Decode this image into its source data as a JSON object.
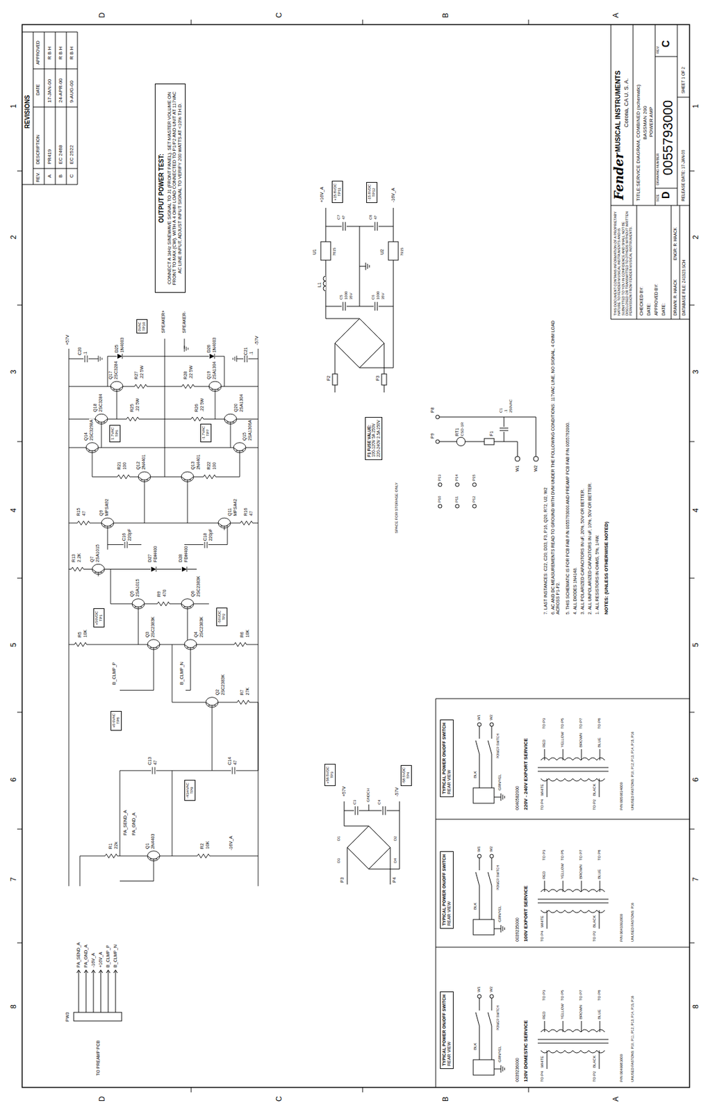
{
  "diagram": {
    "nodes": [
      {
        "text": [
          "OUTPUT POWER TEST:",
          "CONNECT A 1kHz SINEWAVE SIGNAL TO J1 (FRONT PANEL). SET MASTER VOLUME ON FRONT TO MAX (CW). WITH A 4 OHM LOAD CONNECTED TO P1/P2 AND UNIT AT 117VAC AC LINE INPUT, ADJUST INPUT SIGNAL TO VERIFY 200 WATTS AT <10% T.H.D."
        ]
      },
      {
        "text": [
          "F1 FUSE VALUE:",
          "100-120V 5A 250V",
          "220-240V 2.5A 250V"
        ]
      },
      {
        "text": [
          "TYPICAL POWER ON/OFF SWITCH",
          "REAR VIEW"
        ]
      },
      {
        "text": [
          "TYPICAL POWER ON/OFF SWITCH",
          "REAR VIEW"
        ]
      },
      {
        "text": [
          "TYPICAL POWER ON/OFF SWITCH",
          "REAR VIEW"
        ]
      },
      {
        "text": [
          "+56VDC",
          "TP1"
        ]
      },
      {
        "text": [
          "-56VDC",
          "TP2"
        ]
      },
      {
        "text": [
          "0VAC",
          "TP10"
        ]
      },
      {
        "text": [
          "1.7VAC",
          "TP6"
        ]
      },
      {
        "text": [
          "-1.7VAC",
          "TP7"
        ]
      },
      {
        "text": [
          "+0.6VAC",
          "TP8"
        ]
      },
      {
        "text": [
          "-41mVAC",
          "TP9"
        ]
      },
      {
        "text": [
          "+15.8VDC",
          "TP11"
        ]
      },
      {
        "text": [
          "-15.8VDC",
          "TP12"
        ]
      },
      {
        "text": [
          "+58.5VDC",
          "TP3"
        ]
      },
      {
        "text": [
          "-58.5VDC",
          "TP4"
        ]
      }
    ],
    "labels": [
      "D",
      "C",
      "B",
      "A",
      "D",
      "C",
      "B",
      "A",
      "8",
      "7",
      "6",
      "5",
      "4",
      "3",
      "2",
      "1",
      "8",
      "7",
      "6",
      "5",
      "4",
      "3",
      "2",
      "1",
      "REVISIONS",
      "REV.",
      "DESCRIPTION",
      "DATE",
      "APPROVED",
      "A",
      "PR419",
      "17-JAN-00",
      "R B H",
      "B",
      "EC 2468",
      "24-APR-00",
      "R B H",
      "C",
      "EC 2522",
      "9-AUG-00",
      "R B H",
      "THIS DOCUMENT CONTAINS INFORMATION OF A PROPRIETARY NATURE TO FENDER MUSICAL INSTRUMENTS AND IS SUBMITTED TO YOU IN CONFIDENCE AND SHALL NOT BE DISCLOSED OR TRANSMITTED TO OTHERS WITHOUT WRITTEN PERMISSION FROM FENDER MUSICAL INSTRUMENTS.",
      "CHECKED BY:",
      "DATE:",
      "APPROVED BY:",
      "DATE:",
      "DRAWN: R. HAACK",
      "ENGR: R. HAACK",
      "DATABASE FILE: Z41923.SCH",
      "Fender",
      "MUSICAL INSTRUMENTS",
      "Corona, CA U. S. A.",
      "TITLE:SERVICE DIAGRAM, COMBINED (schematic)",
      "BASSMAN 200",
      "POWER AMP",
      "SIZE",
      "D",
      "DRAWING NUMBER",
      "0055793000",
      "REV.",
      "C",
      "RELEASE DATE: 17-JAN-00",
      "SHEET 1 OF 2",
      "7. LAST INSTANCES: C22, C20, D33, F3, P16, Q20, R72, U2, W2",
      "6. AC AND DC MEASUREMENTS READ TO GROUND WITH DVM UNDER THE FOLLOWING CONDITIONS: 117VAC LINE, NO SIGNAL, 4 OHM LOAD ACROSS P1-P2.",
      "5. THIS SCHEMATIC IS FOR PCB FAB P/N 0055793000 AND PREAMP PCB FAB P/N 0055792000.",
      "4. ALL DIODES 1N4148.",
      "3. ALL POLARIZED CAPACITORS IN uF, 20%, 50V OR BETTER.",
      "2. ALL UNPOLARIZED CAPACITORS IN uF, 10%, 50V OR BETTER.",
      "1. ALL RESISTORS IN OHMS, 5%, 1/4W.",
      "NOTES: (UNLESS OTHERWISE NOTED)",
      "+57V",
      "-57V",
      "SPEAKER+",
      "SPEAKER-",
      "Q17",
      "2SC3284",
      "Q18",
      "2SC3284",
      "Q19",
      "2SA1304",
      "Q20",
      "2SA1304",
      "Q14",
      "2SC3298A",
      "Q15",
      "2SA1306A",
      "Q12",
      "2N4401",
      "Q13",
      "2N4401",
      "Q9",
      "MPSA92",
      "Q11",
      "MPSA42",
      "Q7",
      "2SA1015",
      "Q5",
      "2SA1015",
      "Q6",
      "2SC2383K",
      "Q3",
      "2SC2383K",
      "Q4",
      "2SC2383K",
      "Q2",
      "2SC2383K",
      "Q1",
      "2N4403",
      "R27",
      ".22 5W",
      "R28",
      ".22 5W",
      "R25",
      ".22 5W",
      "R26",
      ".22 5W",
      "R21",
      "100",
      "R22",
      "100",
      "R15",
      "47",
      "R16",
      "47",
      "R13",
      "2.2K",
      "R9",
      "470",
      "R5",
      "10K",
      "R6",
      "10K",
      "R7",
      "27K",
      "R1",
      "22k",
      "R2",
      "10K",
      "C20",
      ".1",
      "C21",
      ".1",
      "C16",
      "220pF",
      "C18",
      "220pF",
      "C13",
      "47",
      "C14",
      "47",
      "D25",
      "1N4003",
      "D26",
      "1N4003",
      "D27",
      "FDH400",
      "D28",
      "FDH400",
      "B_CLMP_P",
      "B_CLMP_N",
      "PA_SEND_A",
      "PA_GND_A",
      "-16V_A",
      "TO PREAMP PCB",
      "PW3",
      "PA_SEND_A",
      "PA_GND_A",
      "-16V_A",
      "+16V_A",
      "B_CLMP_P",
      "B_CLMP_N",
      "+16V_A",
      "-16V_A",
      "F2",
      "F3",
      "C5",
      "1000",
      "35V",
      "C6",
      "1000",
      "35V",
      "L1",
      "U1",
      "7815",
      "U2",
      "7915",
      "C7",
      "47",
      "C8",
      "47",
      "P3",
      "P4",
      "D1",
      "D2",
      "D3",
      "D4",
      "+57V",
      "-57V",
      "C3",
      "C4",
      "GNDCH",
      "SPACE FOR STORAGE ONLY",
      "W1",
      "W2",
      "F1",
      "RT1",
      "CSD-1R",
      "C1",
      ".1",
      "250VAC",
      "P9",
      "P10",
      "P11",
      "P12",
      "P13",
      "P14",
      "P15",
      "P8",
      "0040582000",
      "220V - 240V EXPORT SERVICE",
      "BLK",
      "GRN/YEL",
      "W1",
      "W2",
      "POWER SWITCH",
      "TO P4",
      "WHITE",
      "TO P2",
      "BLACK",
      "RED",
      "TO P3",
      "YELLOW",
      "TO P5",
      "BROWN",
      "TO P7",
      "BLUE",
      "TO P8",
      "P/N 0056834000",
      "UNUSED FASTONS: P10, P12, P13, P14, P15, P16",
      "0039235000",
      "100V EXPORT SERVICE",
      "BLK",
      "GRN/YEL",
      "W1",
      "W2",
      "POWER SWITCH",
      "TO P4",
      "WHITE",
      "TO P2",
      "BLACK",
      "RED",
      "TO P3",
      "YELLOW",
      "TO P5",
      "BROWN",
      "TO P7",
      "BLUE",
      "TO P8",
      "P/N 0041092000",
      "UNUSED FASTONS: P16",
      "0039236000",
      "120V DOMESTIC SERVICE",
      "BLK",
      "GRN/YEL",
      "W1",
      "W2",
      "POWER SWITCH",
      "TO P4",
      "WHITE",
      "TO P2",
      "BLACK",
      "RED",
      "TO P3",
      "YELLOW",
      "TO P5",
      "BROWN",
      "TO P7",
      "BLUE",
      "TO P8",
      "P/N 0049983000",
      "UNUSED FASTONS: P10, P11, P12, P13, P14, P15, P16"
    ]
  }
}
